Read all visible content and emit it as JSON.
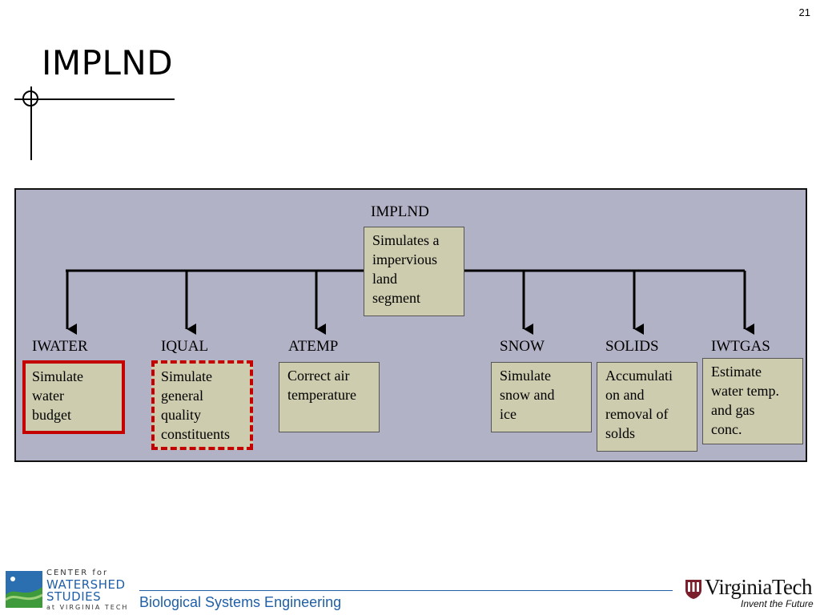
{
  "slide": {
    "page_number": "21",
    "title": "IMPLND"
  },
  "diagram": {
    "root": {
      "label": "IMPLND",
      "description": "Simulates a\nimpervious\nland\nsegment"
    },
    "children": [
      {
        "label": "IWATER",
        "description": "Simulate\nwater\nbudget",
        "highlight": "solid"
      },
      {
        "label": "IQUAL",
        "description": "Simulate\ngeneral\nquality\nconstituents",
        "highlight": "dashed"
      },
      {
        "label": "ATEMP",
        "description": "Correct air\ntemperature",
        "highlight": "none"
      },
      {
        "label": "SNOW",
        "description": "Simulate\nsnow and\nice",
        "highlight": "none"
      },
      {
        "label": "SOLIDS",
        "description": "Accumulati\non and\nremoval of\nsolds",
        "highlight": "none"
      },
      {
        "label": "IWTGAS",
        "description": "Estimate\nwater temp.\nand gas\nconc.",
        "highlight": "none"
      }
    ],
    "colors": {
      "panel": "#b2b2c7",
      "box": "#cdccae",
      "highlight": "#c40000"
    }
  },
  "footer": {
    "org_line1": "CENTER for",
    "org_line2": "WATERSHED",
    "org_line3": "STUDIES",
    "org_line4": "at VIRGINIA TECH",
    "department": "Biological Systems Engineering",
    "university": "VirginiaTech",
    "tagline": "Invent the Future",
    "brand_color": "#1f5fa8"
  }
}
